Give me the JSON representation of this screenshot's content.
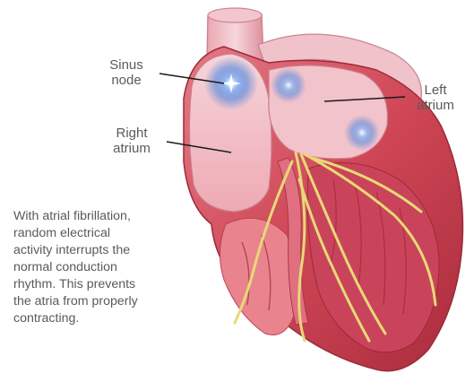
{
  "labels": {
    "sinus_node": "Sinus\nnode",
    "right_atrium": "Right\natrium",
    "left_atrium": "Left\natrium"
  },
  "caption": "With atrial fibrillation,\nrandom electrical\nactivity interrupts the\nnormal conduction\nrhythm.  This prevents\nthe atria from properly\ncontracting.",
  "colors": {
    "text": "#5a5a5a",
    "leader_line": "#1a1a1a",
    "myocardium": "#d8505f",
    "chamber_interior": "#f2b6bf",
    "conduction_fibers": "#e8d977",
    "electrical_glow": "#3f7fe0"
  }
}
